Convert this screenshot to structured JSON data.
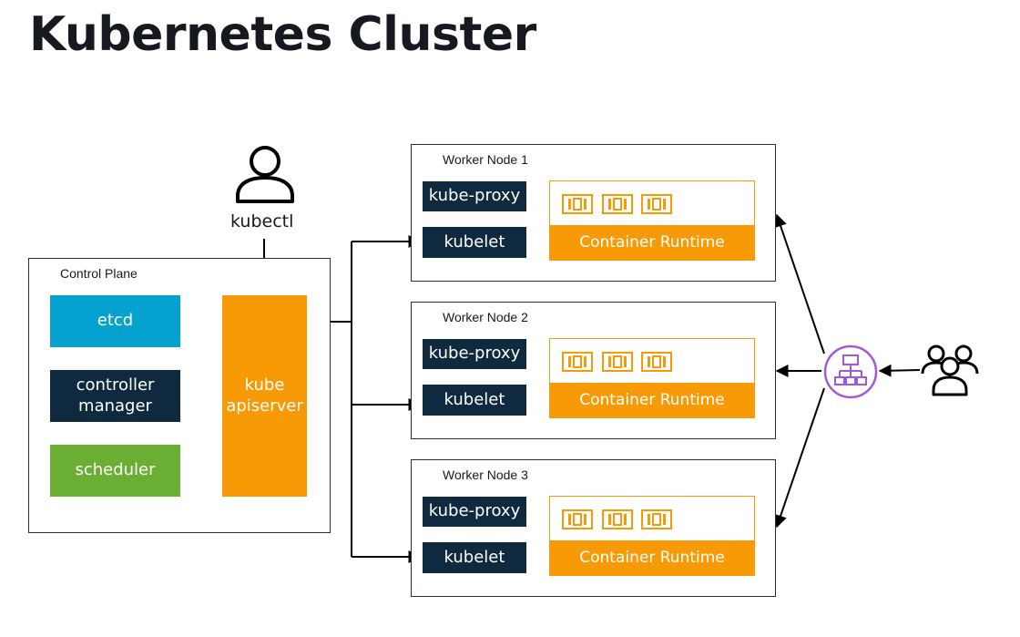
{
  "title": "Kubernetes Cluster",
  "control_plane": {
    "label": "Control Plane",
    "etcd": "etcd",
    "controller_manager": "controller\nmanager",
    "scheduler": "scheduler",
    "apiserver": "kube\napiserver"
  },
  "kubectl": {
    "label": "kubectl",
    "icon": "user-icon"
  },
  "worker_nodes": [
    {
      "label": "Worker Node 1",
      "proxy": "kube-proxy",
      "kubelet": "kubelet",
      "runtime": "Container Runtime"
    },
    {
      "label": "Worker Node 2",
      "proxy": "kube-proxy",
      "kubelet": "kubelet",
      "runtime": "Container Runtime"
    },
    {
      "label": "Worker Node 3",
      "proxy": "kube-proxy",
      "kubelet": "kubelet",
      "runtime": "Container Runtime"
    }
  ],
  "load_balancer": {
    "icon": "load-balancer-icon"
  },
  "users": {
    "icon": "users-icon"
  },
  "colors": {
    "navy": "#0f2a3f",
    "teal": "#06a2cf",
    "green": "#6aae33",
    "orange": "#f79a06",
    "purple": "#a259d9"
  }
}
